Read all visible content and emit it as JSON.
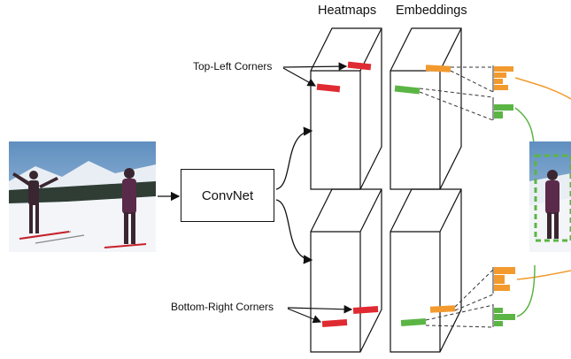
{
  "headers": {
    "heatmaps": "Heatmaps",
    "embeddings": "Embeddings"
  },
  "labels": {
    "top_left": "Top-Left Corners",
    "bottom_right": "Bottom-Right Corners"
  },
  "convnet": "ConvNet",
  "colors": {
    "heatmap_mark": "#e02a32",
    "embed_orange": "#f29a2e",
    "embed_green": "#5bb545",
    "outline": "#111111",
    "dashed": "#333333"
  },
  "icons": [
    "photo-skiers-input",
    "photo-skiers-output"
  ]
}
